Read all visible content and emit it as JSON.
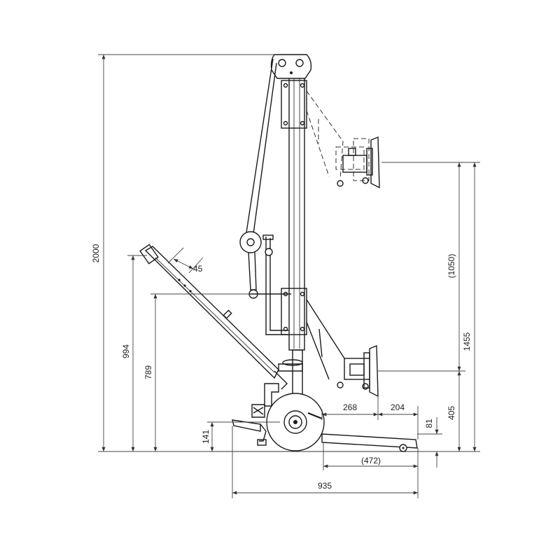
{
  "dimensions": {
    "total_height": "2000",
    "lift_height_upper": "1455",
    "lift_travel": "(1050)",
    "lift_height_lower": "405",
    "handle_height_upper": "994",
    "handle_height_lower": "789",
    "handle_offset": "45",
    "reach_mast_to_arm": "268",
    "reach_arm_to_pad": "204",
    "base_clearance": "81",
    "axle_height": "141",
    "leg_length": "(472)",
    "overall_length": "935"
  },
  "colors": {
    "line": "#1a1a1a",
    "dimension": "#444444",
    "background": "#ffffff"
  }
}
